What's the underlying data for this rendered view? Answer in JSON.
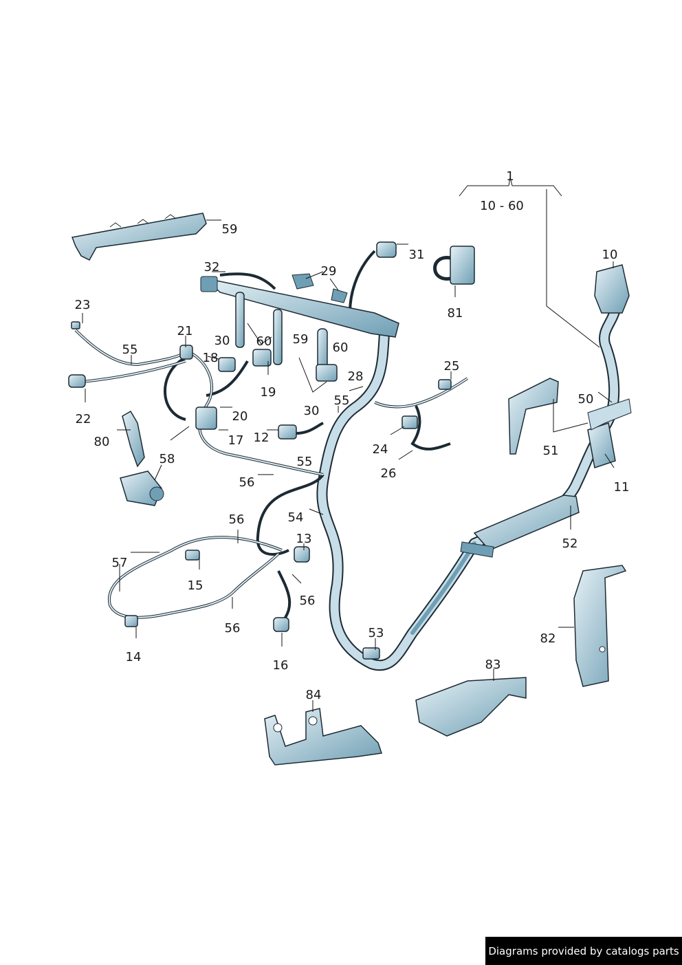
{
  "colors": {
    "part_fill": "#c7dde8",
    "part_shade": "#6f9fb4",
    "outline": "#1c2a33",
    "label": "#1a1a1a",
    "footer_bg": "#000000",
    "footer_text": "#ffffff"
  },
  "assembly": {
    "number": "1",
    "range": "10 - 60"
  },
  "labels": {
    "l10": "10",
    "l11": "11",
    "l12": "12",
    "l13": "13",
    "l14": "14",
    "l15": "15",
    "l16": "16",
    "l17": "17",
    "l18": "18",
    "l19": "19",
    "l20": "20",
    "l21": "21",
    "l22": "22",
    "l23": "23",
    "l24": "24",
    "l25": "25",
    "l26": "26",
    "l28": "28",
    "l29": "29",
    "l30a": "30",
    "l30b": "30",
    "l31": "31",
    "l32": "32",
    "l50": "50",
    "l51": "51",
    "l52": "52",
    "l53": "53",
    "l54": "54",
    "l55a": "55",
    "l55b": "55",
    "l55c": "55",
    "l56a": "56",
    "l56b": "56",
    "l56c": "56",
    "l56d": "56",
    "l57": "57",
    "l58": "58",
    "l59a": "59",
    "l59b": "59",
    "l60a": "60",
    "l60b": "60",
    "l80": "80",
    "l81": "81",
    "l82": "82",
    "l83": "83",
    "l84": "84"
  },
  "footer": {
    "credit": "Diagrams provided by catalogs parts"
  }
}
